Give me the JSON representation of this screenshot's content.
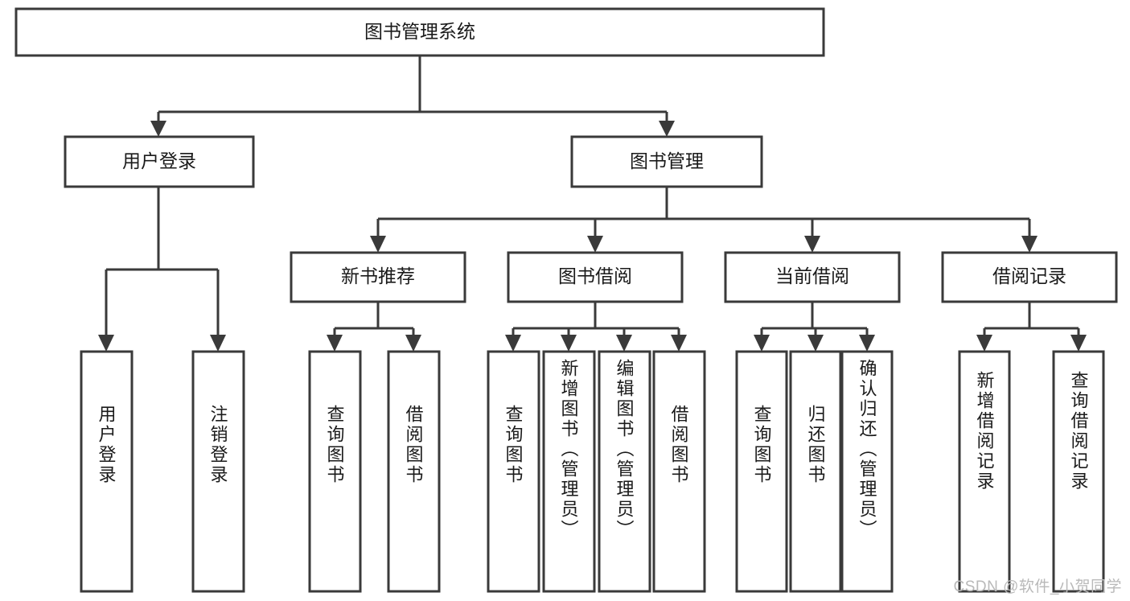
{
  "diagram": {
    "type": "tree",
    "title": "图书管理系统",
    "root": {
      "id": "root",
      "label": "图书管理系统"
    },
    "level2": [
      {
        "id": "user-login",
        "label": "用户登录"
      },
      {
        "id": "book-manage",
        "label": "图书管理"
      }
    ],
    "level3": [
      {
        "id": "new-book-recommend",
        "label": "新书推荐",
        "parent": "book-manage"
      },
      {
        "id": "book-borrow",
        "label": "图书借阅",
        "parent": "book-manage"
      },
      {
        "id": "current-borrow",
        "label": "当前借阅",
        "parent": "book-manage"
      },
      {
        "id": "borrow-record",
        "label": "借阅记录",
        "parent": "book-manage"
      }
    ],
    "leaves": {
      "user-login": [
        {
          "id": "leaf-user-login",
          "label": "用户登录"
        },
        {
          "id": "leaf-logout-login",
          "label": "注销登录"
        }
      ],
      "new-book-recommend": [
        {
          "id": "leaf-query-book-1",
          "label": "查询图书"
        },
        {
          "id": "leaf-borrow-book-1",
          "label": "借阅图书"
        }
      ],
      "book-borrow": [
        {
          "id": "leaf-query-book-2",
          "label": "查询图书"
        },
        {
          "id": "leaf-add-book",
          "label": "新增图书（管理员）"
        },
        {
          "id": "leaf-edit-book",
          "label": "编辑图书（管理员）"
        },
        {
          "id": "leaf-borrow-book-2",
          "label": "借阅图书"
        }
      ],
      "current-borrow": [
        {
          "id": "leaf-query-book-3",
          "label": "查询图书"
        },
        {
          "id": "leaf-return-book",
          "label": "归还图书"
        },
        {
          "id": "leaf-confirm-return",
          "label": "确认归还（管理员）"
        }
      ],
      "borrow-record": [
        {
          "id": "leaf-add-borrow-record",
          "label": "新增借阅记录"
        },
        {
          "id": "leaf-query-borrow-record",
          "label": "查询借阅记录"
        }
      ]
    },
    "colors": {
      "box_fill": "#ffffff",
      "box_stroke": "#3a3a3a",
      "text": "#1a1a1a",
      "watermark": "#b9b9b9",
      "background": "#ffffff"
    }
  },
  "watermark": {
    "text": "CSDN @软件_小贺同学"
  }
}
